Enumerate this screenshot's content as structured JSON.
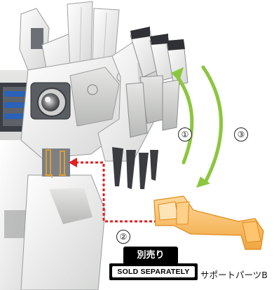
{
  "steps": {
    "one": "①",
    "two": "②",
    "three": "③"
  },
  "badge": {
    "jp": "別売り",
    "en": "SOLD SEPARATELY"
  },
  "part_label": "サポートパーツB",
  "colors": {
    "robot_white": "#f1f2f0",
    "robot_shade": "#c9cbc9",
    "robot_dark": "#4a4d52",
    "arrow_green": "#8cc63f",
    "dotted_red": "#e02020",
    "part_orange": "#f5a623",
    "claw_dark": "#3a3c40"
  },
  "icons": [
    "curved-arrow-icon",
    "dotted-arrow-icon",
    "callout-tail-icon"
  ]
}
